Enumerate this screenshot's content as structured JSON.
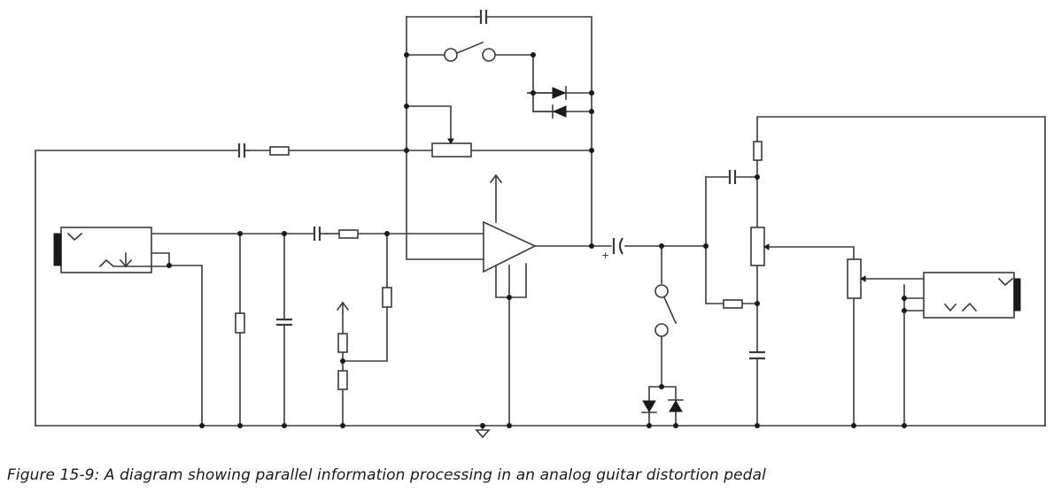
{
  "figure": {
    "caption": "Figure 15-9: A diagram showing parallel information processing in an analog guitar distortion pedal",
    "subject": "Analog guitar distortion pedal schematic"
  },
  "components": {
    "input_jack": "input-jack",
    "output_jack": "output-jack",
    "op_amp": "op-amp",
    "output_cap_polarity": "+",
    "clipping_switch": "clipping-switch",
    "feedback_switch": "feedback-switch",
    "gain_pot": "gain-potentiometer",
    "tone_pot": "tone-potentiometer",
    "volume_pot": "volume-potentiometer"
  },
  "colors": {
    "wire": "#3a3a3a",
    "junction": "#1a1a1a",
    "background": "#ffffff"
  }
}
